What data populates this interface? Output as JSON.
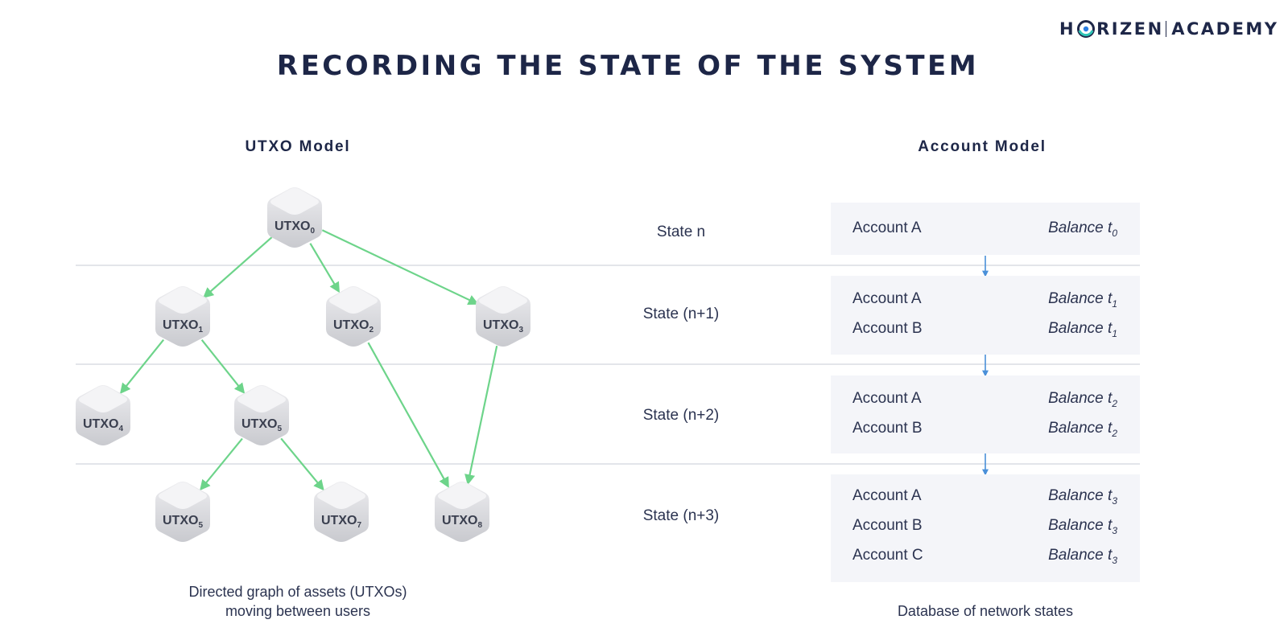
{
  "logo": {
    "left": "H",
    "right": "RIZEN",
    "academy": "ACADEMY",
    "icon": "horizen-ring-icon"
  },
  "title": "RECORDING THE STATE OF THE SYSTEM",
  "utxo_model": {
    "title": "UTXO Model",
    "caption_line1": "Directed graph of assets (UTXOs)",
    "caption_line2": "moving between users",
    "nodes": [
      {
        "base": "UTXO",
        "sub": "0"
      },
      {
        "base": "UTXO",
        "sub": "1"
      },
      {
        "base": "UTXO",
        "sub": "2"
      },
      {
        "base": "UTXO",
        "sub": "3"
      },
      {
        "base": "UTXO",
        "sub": "4"
      },
      {
        "base": "UTXO",
        "sub": "5"
      },
      {
        "base": "UTXO",
        "sub": "5"
      },
      {
        "base": "UTXO",
        "sub": "7"
      },
      {
        "base": "UTXO",
        "sub": "8"
      }
    ],
    "edges": [
      [
        0,
        1
      ],
      [
        0,
        2
      ],
      [
        0,
        3
      ],
      [
        1,
        4
      ],
      [
        1,
        5
      ],
      [
        2,
        8
      ],
      [
        3,
        8
      ],
      [
        5,
        6
      ],
      [
        5,
        7
      ]
    ],
    "arrow_color": "#6dd48a"
  },
  "states": [
    "State n",
    "State (n+1)",
    "State (n+2)",
    "State (n+3)"
  ],
  "account_model": {
    "title": "Account Model",
    "caption": "Database of network states",
    "arrow_color": "#4a90d9",
    "blocks": [
      {
        "rows": [
          {
            "account": "Account A",
            "balance": "Balance t",
            "sub": "0"
          }
        ]
      },
      {
        "rows": [
          {
            "account": "Account A",
            "balance": "Balance t",
            "sub": "1"
          },
          {
            "account": "Account B",
            "balance": "Balance t",
            "sub": "1"
          }
        ]
      },
      {
        "rows": [
          {
            "account": "Account A",
            "balance": "Balance t",
            "sub": "2"
          },
          {
            "account": "Account B",
            "balance": "Balance t",
            "sub": "2"
          }
        ]
      },
      {
        "rows": [
          {
            "account": "Account A",
            "balance": "Balance t",
            "sub": "3"
          },
          {
            "account": "Account B",
            "balance": "Balance t",
            "sub": "3"
          },
          {
            "account": "Account C",
            "balance": "Balance t",
            "sub": "3"
          }
        ]
      }
    ]
  }
}
